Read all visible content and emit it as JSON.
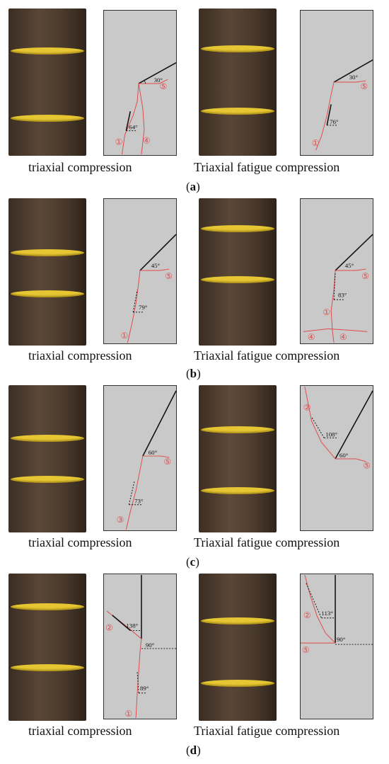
{
  "rows": [
    {
      "left_caption": "triaxial compression",
      "right_caption": "Triaxial fatigue compression",
      "label_pre": "(",
      "label_letter": "a",
      "label_post": ")",
      "left_sketch": {
        "a1": "30°",
        "a2": "64°",
        "c1": "⑤",
        "c2": "①",
        "c3": "④"
      },
      "right_sketch": {
        "a1": "30°",
        "a2": "76°",
        "c1": "⑤",
        "c2": "①"
      }
    },
    {
      "left_caption": "triaxial compression",
      "right_caption": "Triaxial fatigue compression",
      "label_pre": "(",
      "label_letter": "b",
      "label_post": ")",
      "left_sketch": {
        "a1": "45°",
        "a2": "79°",
        "c1": "⑤",
        "c2": "①"
      },
      "right_sketch": {
        "a1": "45°",
        "a2": "83°",
        "c1": "⑤",
        "c2": "①",
        "c3": "④",
        "c4": "④"
      }
    },
    {
      "left_caption": "triaxial compression",
      "right_caption": "Triaxial fatigue compression",
      "label_pre": "(",
      "label_letter": "c",
      "label_post": ")",
      "left_sketch": {
        "a1": "60°",
        "a2": "73°",
        "c1": "⑤",
        "c2": "③"
      },
      "right_sketch": {
        "a1": "60°",
        "a2": "108°",
        "c1": "⑤",
        "c2": "②"
      }
    },
    {
      "left_caption": "triaxial compression",
      "right_caption": "Triaxial fatigue compression",
      "label_pre": "(",
      "label_letter": "d",
      "label_post": ")",
      "left_sketch": {
        "a1": "90°",
        "a2": "138°",
        "a3": "89°",
        "c1": "②",
        "c2": "①"
      },
      "right_sketch": {
        "a1": "90°",
        "a2": "113°",
        "c1": "②",
        "c2": "⑤"
      }
    }
  ],
  "colors": {
    "rock": "#4a3a2c",
    "band": "#e6c733",
    "crack": "#e04a4a",
    "panel": "#c9c9c9"
  }
}
